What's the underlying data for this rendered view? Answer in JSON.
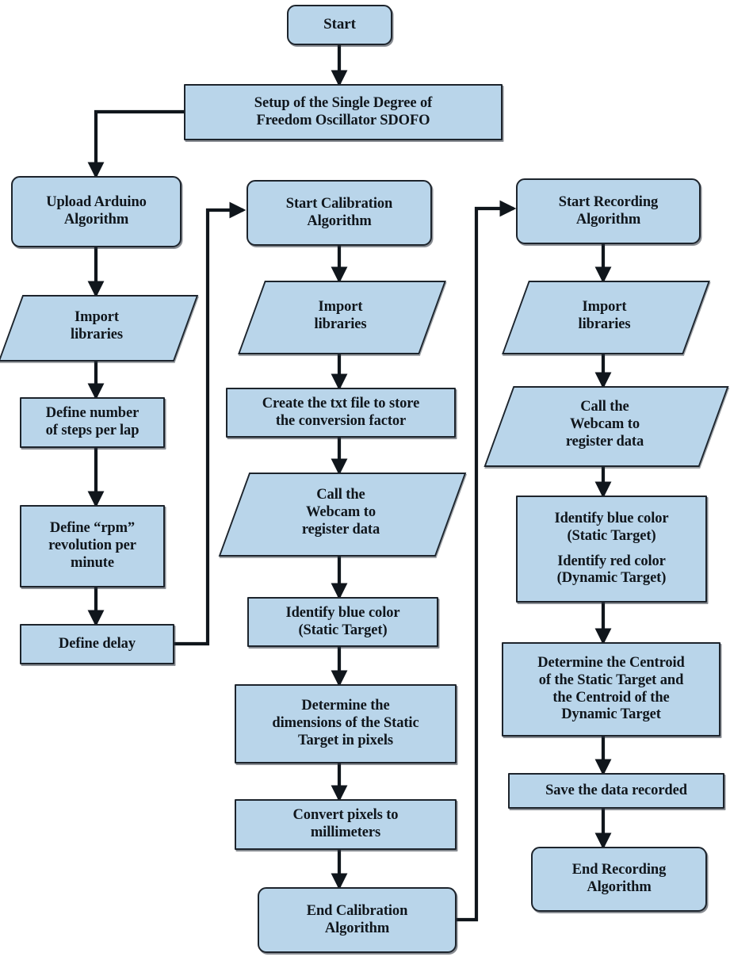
{
  "diagram": {
    "title": "Flowchart of the experimental procedure (Arduino, Calibration and Recording algorithms)",
    "fill_color": "#b9d5ea",
    "stroke_color": "#1d242c",
    "background_color": "#ffffff",
    "columns": [
      {
        "name": "arduino-column",
        "label": "Upload Arduino Algorithm"
      },
      {
        "name": "calibration-column",
        "label": "Start Calibration Algorithm"
      },
      {
        "name": "recording-column",
        "label": "Start Recording Algorithm"
      }
    ],
    "nodes": [
      {
        "id": "start",
        "shape": "terminator",
        "lines": [
          "Start"
        ]
      },
      {
        "id": "setup",
        "shape": "process",
        "lines": [
          "Setup of the Single Degree of",
          "Freedom Oscillator SDOFO"
        ]
      },
      {
        "id": "upload-arduino",
        "shape": "terminator",
        "lines": [
          "Upload Arduino",
          "Algorithm"
        ]
      },
      {
        "id": "import-lib-1",
        "shape": "data",
        "lines": [
          "Import",
          "libraries"
        ]
      },
      {
        "id": "define-steps",
        "shape": "process",
        "lines": [
          "Define number",
          "of steps per lap"
        ]
      },
      {
        "id": "define-rpm",
        "shape": "process",
        "lines": [
          "Define “rpm”",
          "revolution per",
          "minute"
        ]
      },
      {
        "id": "define-delay",
        "shape": "process",
        "lines": [
          "Define delay"
        ]
      },
      {
        "id": "start-calibration",
        "shape": "terminator",
        "lines": [
          "Start Calibration",
          "Algorithm"
        ]
      },
      {
        "id": "import-lib-2",
        "shape": "data",
        "lines": [
          "Import",
          "libraries"
        ]
      },
      {
        "id": "create-txt",
        "shape": "process",
        "lines": [
          "Create the txt file to store",
          "the conversion factor"
        ]
      },
      {
        "id": "call-webcam-1",
        "shape": "data",
        "lines": [
          "Call the",
          "Webcam to",
          "register data"
        ]
      },
      {
        "id": "identify-blue",
        "shape": "process",
        "lines": [
          "Identify blue color",
          "(Static Target)"
        ]
      },
      {
        "id": "determine-dims",
        "shape": "process",
        "lines": [
          "Determine the",
          "dimensions of the Static",
          "Target in pixels"
        ]
      },
      {
        "id": "convert-pixels",
        "shape": "process",
        "lines": [
          "Convert pixels to",
          "millimeters"
        ]
      },
      {
        "id": "end-calibration",
        "shape": "terminator",
        "lines": [
          "End Calibration",
          "Algorithm"
        ]
      },
      {
        "id": "start-recording",
        "shape": "terminator",
        "lines": [
          "Start Recording",
          "Algorithm"
        ]
      },
      {
        "id": "import-lib-3",
        "shape": "data",
        "lines": [
          "Import",
          "libraries"
        ]
      },
      {
        "id": "call-webcam-2",
        "shape": "data",
        "lines": [
          "Call the",
          "Webcam to",
          "register data"
        ]
      },
      {
        "id": "identify-colors",
        "shape": "process",
        "lines": [
          "Identify blue color",
          "(Static Target)",
          "",
          "Identify red color",
          "(Dynamic Target)"
        ]
      },
      {
        "id": "determine-centroid",
        "shape": "process",
        "lines": [
          "Determine the Centroid",
          "of the Static Target and",
          "the Centroid of the",
          "Dynamic Target"
        ]
      },
      {
        "id": "save-data",
        "shape": "process",
        "lines": [
          "Save the data recorded"
        ]
      },
      {
        "id": "end-recording",
        "shape": "terminator",
        "lines": [
          "End Recording",
          "Algorithm"
        ]
      }
    ]
  }
}
